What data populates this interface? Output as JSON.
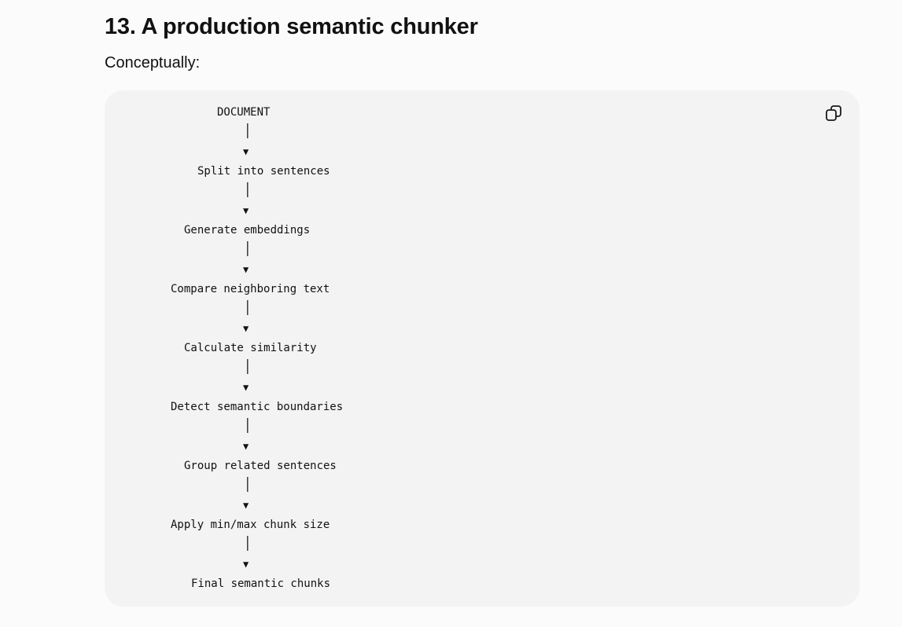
{
  "section": {
    "title": "13. A production semantic chunker",
    "intro": "Conceptually:"
  },
  "code_block": {
    "copy_icon": "copy-icon",
    "steps": [
      "DOCUMENT",
      "Split into sentences",
      "Generate embeddings",
      "Compare neighboring text",
      "Calculate similarity",
      "Detect semantic boundaries",
      "Group related sentences",
      "Apply min/max chunk size",
      "Final semantic chunks"
    ],
    "connector_glyph": "│",
    "arrow_glyph": "▼"
  }
}
